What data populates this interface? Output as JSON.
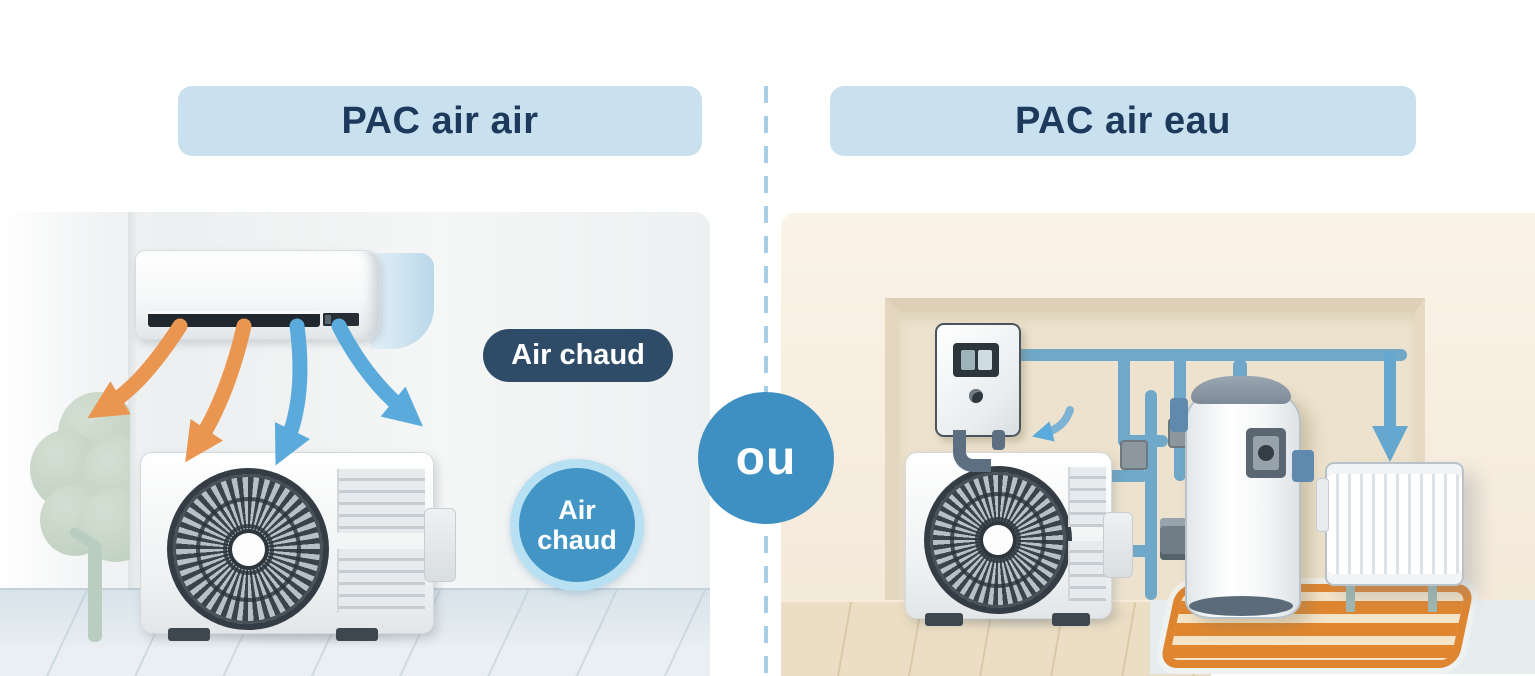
{
  "meta": {
    "description": "Comparison illustration: air-to-air heat pump versus air-to-water heat pump",
    "language": "fr"
  },
  "panels": {
    "left": {
      "title": "PAC air air"
    },
    "right": {
      "title": "PAC air eau"
    }
  },
  "connector": {
    "or_label": "ou"
  },
  "flow_labels": {
    "warm_air_pill": "Air chaud",
    "warm_air_circle": {
      "line1": "Air",
      "line2": "chaud"
    }
  },
  "colors": {
    "title_banner_bg": "#c9e1ef",
    "title_text": "#1d3a5c",
    "divider_dash": "#a7cee4",
    "connector_dash": "#86bede",
    "or_circle_bg": "#3d90c1",
    "warm_air_pill_bg": "#2e4c68",
    "warm_air_circle_bg": "#4295c5",
    "warm_air_circle_ring": "#b7e0f2",
    "warm_air_arrow": "#ea9550",
    "cool_air_arrow": "#5aabdb",
    "water_pipe": "#6fa8c8",
    "floor_heating": "#e0852f",
    "left_wall": "#eff1f2",
    "right_wall": "#f6ecdd"
  }
}
